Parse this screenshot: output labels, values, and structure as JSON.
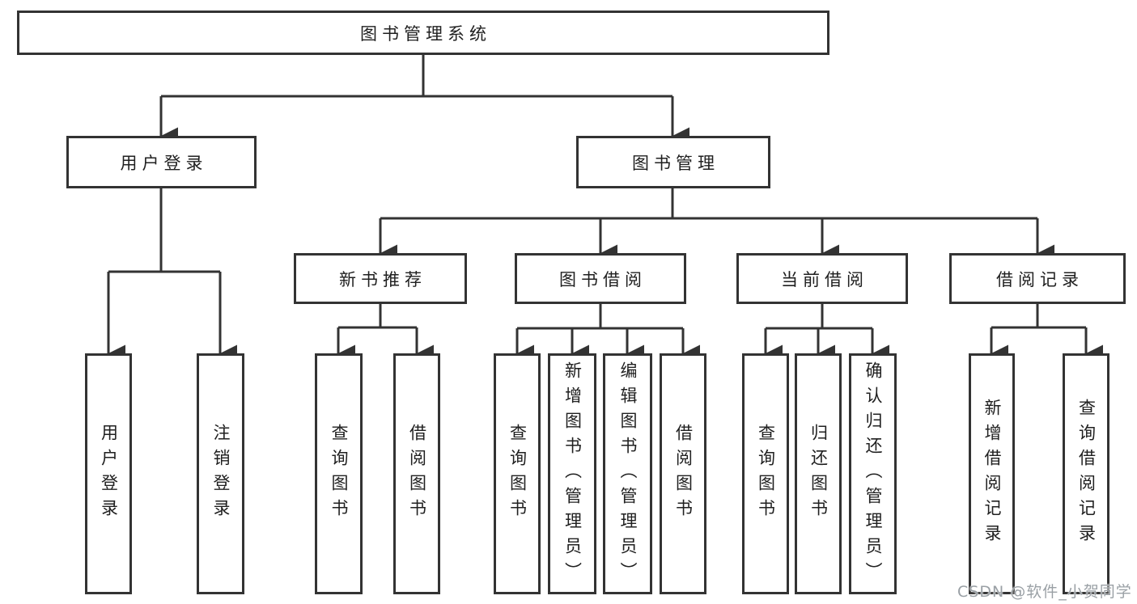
{
  "diagram_title": "图书管理系统",
  "tree": {
    "label": "图书管理系统",
    "children": [
      {
        "label": "用户登录",
        "children": [
          {
            "label": "用户登录"
          },
          {
            "label": "注销登录"
          }
        ]
      },
      {
        "label": "图书管理",
        "children": [
          {
            "label": "新书推荐",
            "children": [
              {
                "label": "查询图书"
              },
              {
                "label": "借阅图书"
              }
            ]
          },
          {
            "label": "图书借阅",
            "children": [
              {
                "label": "查询图书"
              },
              {
                "label": "新增图书（管理员）"
              },
              {
                "label": "编辑图书（管理员）"
              },
              {
                "label": "借阅图书"
              }
            ]
          },
          {
            "label": "当前借阅",
            "children": [
              {
                "label": "查询图书"
              },
              {
                "label": "归还图书"
              },
              {
                "label": "确认归还（管理员）"
              }
            ]
          },
          {
            "label": "借阅记录",
            "children": [
              {
                "label": "新增借阅记录"
              },
              {
                "label": "查询借阅记录"
              }
            ]
          }
        ]
      }
    ]
  },
  "watermark": "CSDN @软件_小贺同学",
  "colors": {
    "line": "#333333",
    "text": "#202020",
    "box_background": "#ffffff",
    "page_background": "#ffffff",
    "watermark": "#9aa0a5"
  }
}
